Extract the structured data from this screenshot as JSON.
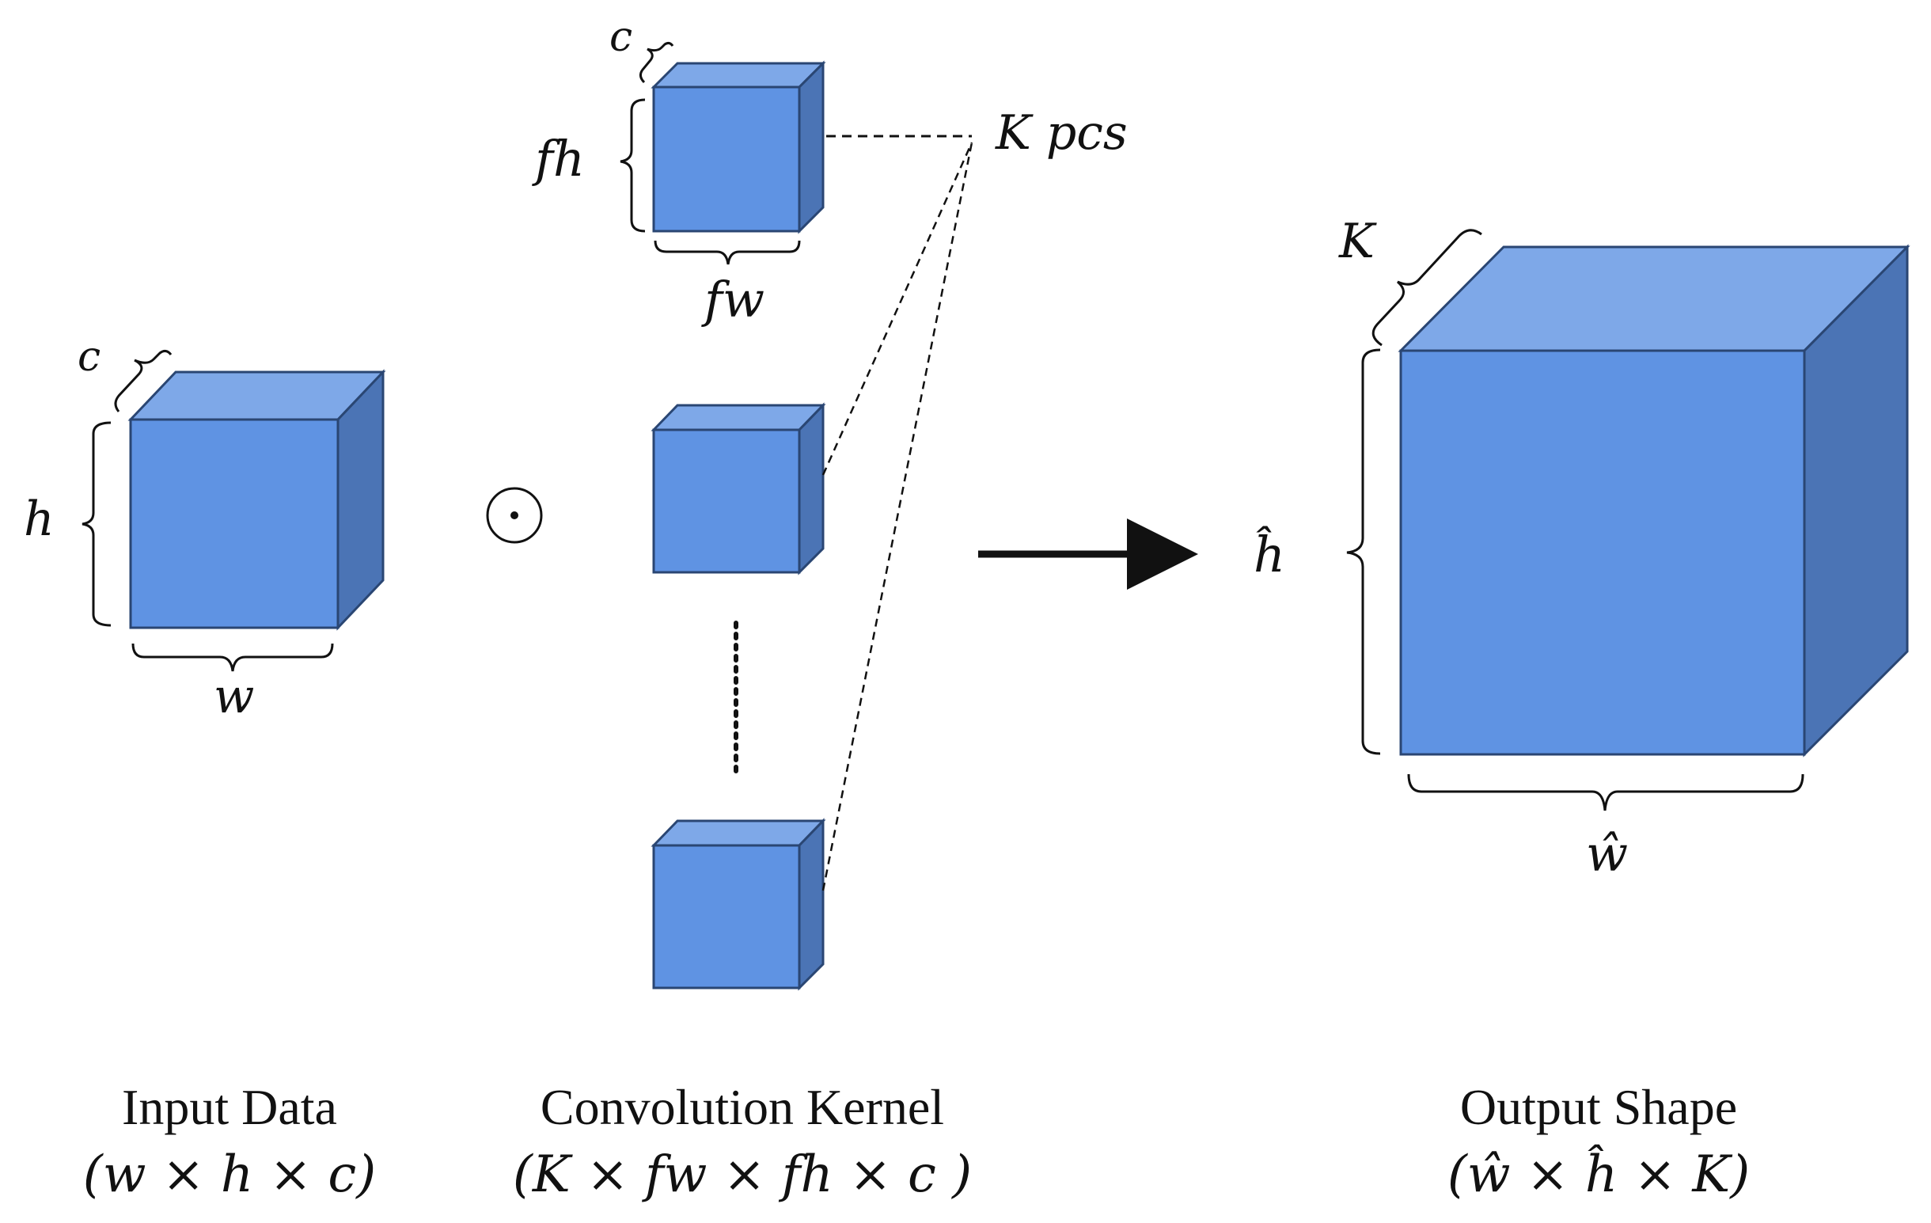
{
  "input": {
    "labels": {
      "c": "c",
      "h": "h",
      "w": "w"
    },
    "caption_title": "Input Data",
    "caption_formula": "(w × h × c)"
  },
  "operator": {
    "symbol": "⊙"
  },
  "kernel": {
    "labels": {
      "c": "c",
      "fh": "fh",
      "fw": "fw",
      "count": "K pcs"
    },
    "caption_title": "Convolution Kernel",
    "caption_formula": "(K × fw × fh × c )"
  },
  "output": {
    "labels": {
      "K": "K",
      "h_hat": "ĥ",
      "w_hat": "ŵ"
    },
    "caption_title": "Output Shape",
    "caption_formula": "(ŵ × ĥ × K)"
  },
  "colors": {
    "front": "#5f93e3",
    "top": "#7ea8e8",
    "side": "#4b74b5",
    "edge": "#2a4673"
  }
}
